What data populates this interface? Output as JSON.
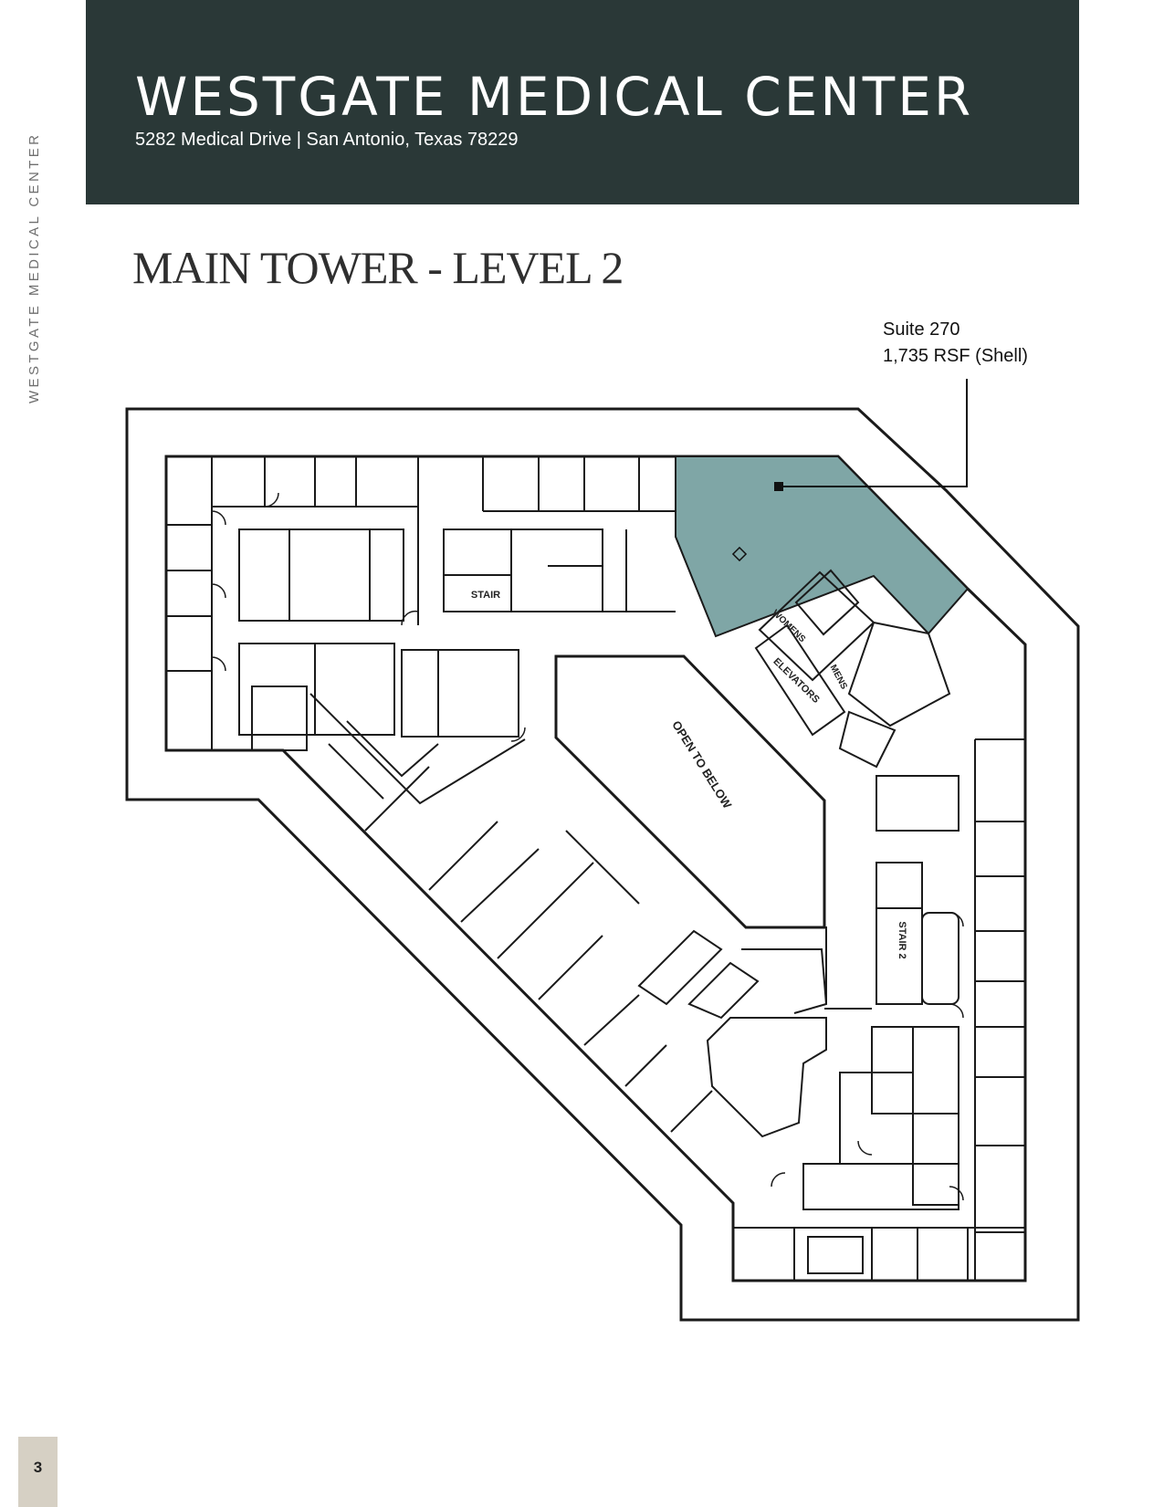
{
  "side_label": "WESTGATE MEDICAL CENTER",
  "header": {
    "title": "WESTGATE MEDICAL CENTER",
    "address": "5282 Medical Drive | San Antonio, Texas 78229"
  },
  "level_title": "MAIN TOWER - LEVEL 2",
  "suite": {
    "name": "Suite 270",
    "size": "1,735 RSF (Shell)",
    "highlight_color": "#7fa6a6"
  },
  "plan_labels": {
    "open_to_below": "OPEN TO BELOW",
    "stair_north": "STAIR",
    "stair_east": "STAIR 2",
    "elevators": "ELEVATORS",
    "womens": "WOMENS",
    "mens": "MENS"
  },
  "page_number": "3"
}
